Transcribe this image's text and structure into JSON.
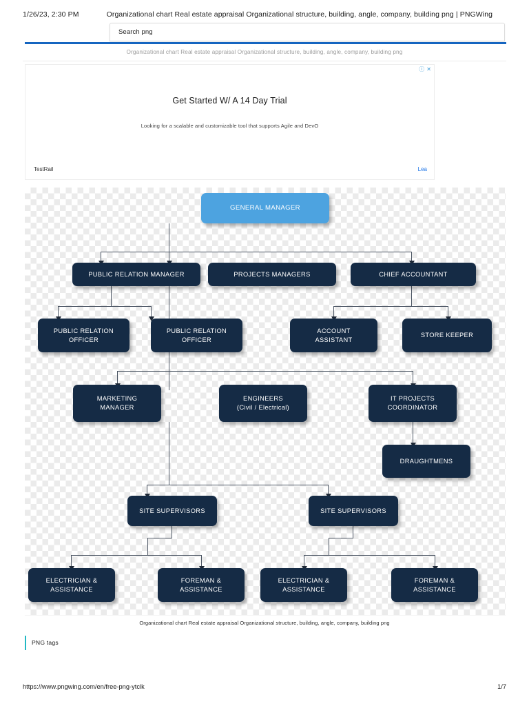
{
  "print_header": {
    "date": "1/26/23, 2:30 PM",
    "title": "Organizational chart Real estate appraisal Organizational structure, building, angle, company, building png | PNGWing"
  },
  "search": {
    "placeholder": "Search png",
    "value": "Search png"
  },
  "breadcrumb": {
    "text": "Organizational chart Real estate appraisal Organizational structure, building, angle, company, building png"
  },
  "ad": {
    "info_icon": "info-icon",
    "close_icon": "close-icon",
    "headline": "Get Started W/ A 14 Day Trial",
    "subtext": "Looking for a scalable and customizable tool that supports Agile and DevO",
    "brand": "TestRail",
    "cta": "Lea"
  },
  "chart_data": {
    "type": "diagram",
    "title": "Organizational chart",
    "colors": {
      "root_node": "#4da3e0",
      "node": "#152b45",
      "node_text": "#ffffff",
      "connector": "#4b5563"
    },
    "nodes": [
      {
        "id": "gm",
        "label": "GENERAL MANAGER",
        "level": 0,
        "style": "light"
      },
      {
        "id": "prm",
        "label": "PUBLIC RELATION MANAGER",
        "level": 1,
        "style": "dark"
      },
      {
        "id": "pm",
        "label": "PROJECTS MANAGERS",
        "level": 1,
        "style": "dark"
      },
      {
        "id": "ca",
        "label": "CHIEF ACCOUNTANT",
        "level": 1,
        "style": "dark"
      },
      {
        "id": "pro1",
        "label": "PUBLIC RELATION\nOFFICER",
        "level": 2,
        "style": "dark"
      },
      {
        "id": "pro2",
        "label": "PUBLIC RELATION\nOFFICER",
        "level": 2,
        "style": "dark"
      },
      {
        "id": "aa",
        "label": "ACCOUNT\nASSISTANT",
        "level": 2,
        "style": "dark"
      },
      {
        "id": "sk",
        "label": "STORE KEEPER",
        "level": 2,
        "style": "dark"
      },
      {
        "id": "mm",
        "label": "MARKETING\nMANAGER",
        "level": 3,
        "style": "dark"
      },
      {
        "id": "eng",
        "label": "ENGINEERS\n(Civil / Electrical)",
        "level": 3,
        "style": "dark"
      },
      {
        "id": "itpc",
        "label": "IT PROJECTS\nCOORDINATOR",
        "level": 3,
        "style": "dark"
      },
      {
        "id": "drft",
        "label": "DRAUGHTMENS",
        "level": 4,
        "style": "dark"
      },
      {
        "id": "ss1",
        "label": "SITE SUPERVISORS",
        "level": 5,
        "style": "dark"
      },
      {
        "id": "ss2",
        "label": "SITE SUPERVISORS",
        "level": 5,
        "style": "dark"
      },
      {
        "id": "ea1",
        "label": "ELECTRICIAN &\nASSISTANCE",
        "level": 6,
        "style": "dark"
      },
      {
        "id": "fa1",
        "label": "FOREMAN &\nASSISTANCE",
        "level": 6,
        "style": "dark"
      },
      {
        "id": "ea2",
        "label": "ELECTRICIAN &\nASSISTANCE",
        "level": 6,
        "style": "dark"
      },
      {
        "id": "fa2",
        "label": "FOREMAN &\nASSISTANCE",
        "level": 6,
        "style": "dark"
      }
    ],
    "edges": [
      [
        "gm",
        "prm"
      ],
      [
        "gm",
        "pm"
      ],
      [
        "gm",
        "ca"
      ],
      [
        "prm",
        "pro1"
      ],
      [
        "prm",
        "pro2"
      ],
      [
        "ca",
        "aa"
      ],
      [
        "ca",
        "sk"
      ],
      [
        "pm",
        "mm"
      ],
      [
        "pm",
        "eng"
      ],
      [
        "pm",
        "itpc"
      ],
      [
        "itpc",
        "drft"
      ],
      [
        "eng",
        "ss1"
      ],
      [
        "eng",
        "ss2"
      ],
      [
        "ss1",
        "ea1"
      ],
      [
        "ss1",
        "fa1"
      ],
      [
        "ss2",
        "ea2"
      ],
      [
        "ss2",
        "fa2"
      ]
    ]
  },
  "nodes": {
    "gm": "GENERAL MANAGER",
    "prm": "PUBLIC RELATION MANAGER",
    "pm": "PROJECTS MANAGERS",
    "ca": "CHIEF ACCOUNTANT",
    "pro1_l1": "PUBLIC RELATION",
    "pro1_l2": "OFFICER",
    "pro2_l1": "PUBLIC RELATION",
    "pro2_l2": "OFFICER",
    "aa_l1": "ACCOUNT",
    "aa_l2": "ASSISTANT",
    "sk": "STORE KEEPER",
    "mm_l1": "MARKETING",
    "mm_l2": "MANAGER",
    "eng_l1": "ENGINEERS",
    "eng_l2": "(Civil / Electrical)",
    "itpc_l1": "IT PROJECTS",
    "itpc_l2": "COORDINATOR",
    "drft": "DRAUGHTMENS",
    "ss1": "SITE SUPERVISORS",
    "ss2": "SITE SUPERVISORS",
    "ea1_l1": "ELECTRICIAN &",
    "ea1_l2": "ASSISTANCE",
    "fa1_l1": "FOREMAN &",
    "fa1_l2": "ASSISTANCE",
    "ea2_l1": "ELECTRICIAN &",
    "ea2_l2": "ASSISTANCE",
    "fa2_l1": "FOREMAN &",
    "fa2_l2": "ASSISTANCE"
  },
  "caption": {
    "text": "Organizational chart Real estate appraisal Organizational structure, building, angle, company, building png"
  },
  "png_tags": {
    "label": "PNG tags"
  },
  "print_footer": {
    "url": "https://www.pngwing.com/en/free-png-ytclk",
    "page": "1/7"
  }
}
